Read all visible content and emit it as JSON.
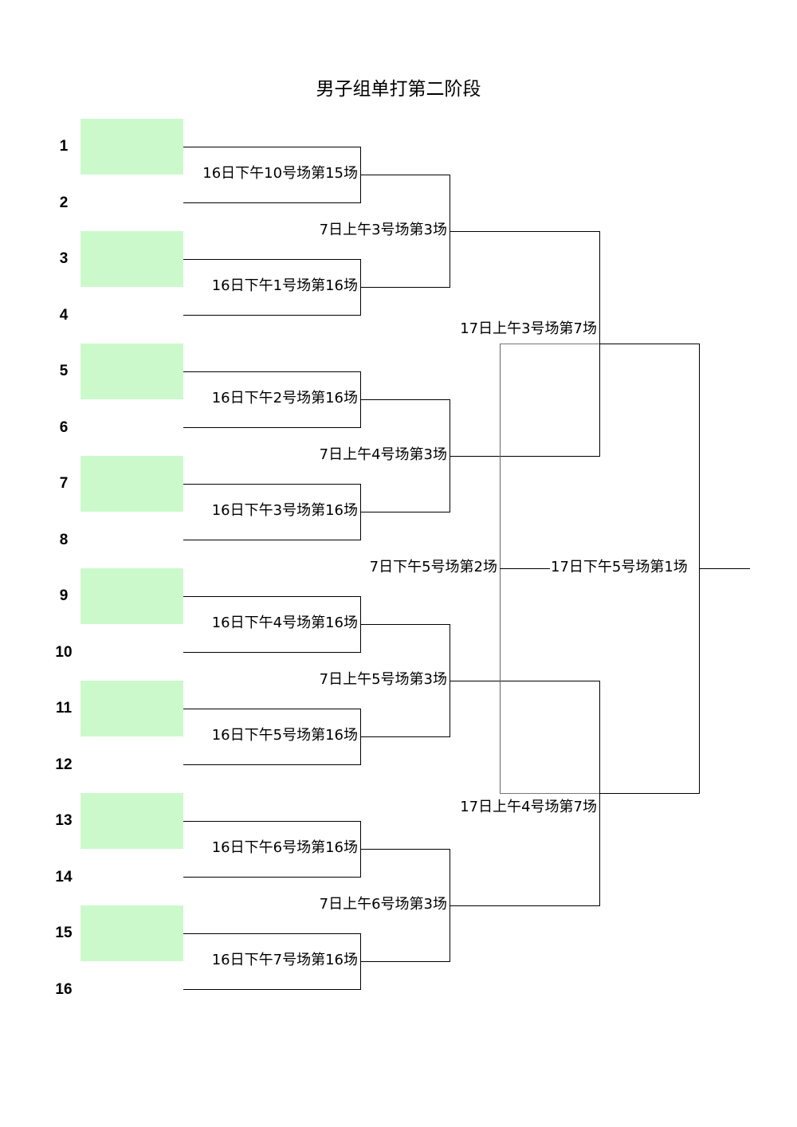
{
  "title": "男子组单打第二阶段",
  "colors": {
    "seed_box": "#ccf9cc",
    "line": "#000000"
  },
  "slots": [
    "1",
    "2",
    "3",
    "4",
    "5",
    "6",
    "7",
    "8",
    "9",
    "10",
    "11",
    "12",
    "13",
    "14",
    "15",
    "16"
  ],
  "round1": [
    "16日下午10号场第15场",
    "16日下午1号场第16场",
    "16日下午2号场第16场",
    "16日下午3号场第16场",
    "16日下午4号场第16场",
    "16日下午5号场第16场",
    "16日下午6号场第16场",
    "16日下午7号场第16场"
  ],
  "round2": [
    "7日上午3号场第3场",
    "7日上午4号场第3场",
    "7日上午5号场第3场",
    "7日上午6号场第3场"
  ],
  "semifinals": [
    "17日上午3号场第7场",
    "17日上午4号场第7场"
  ],
  "third_place": "7日下午5号场第2场",
  "final": "17日下午5号场第1场"
}
